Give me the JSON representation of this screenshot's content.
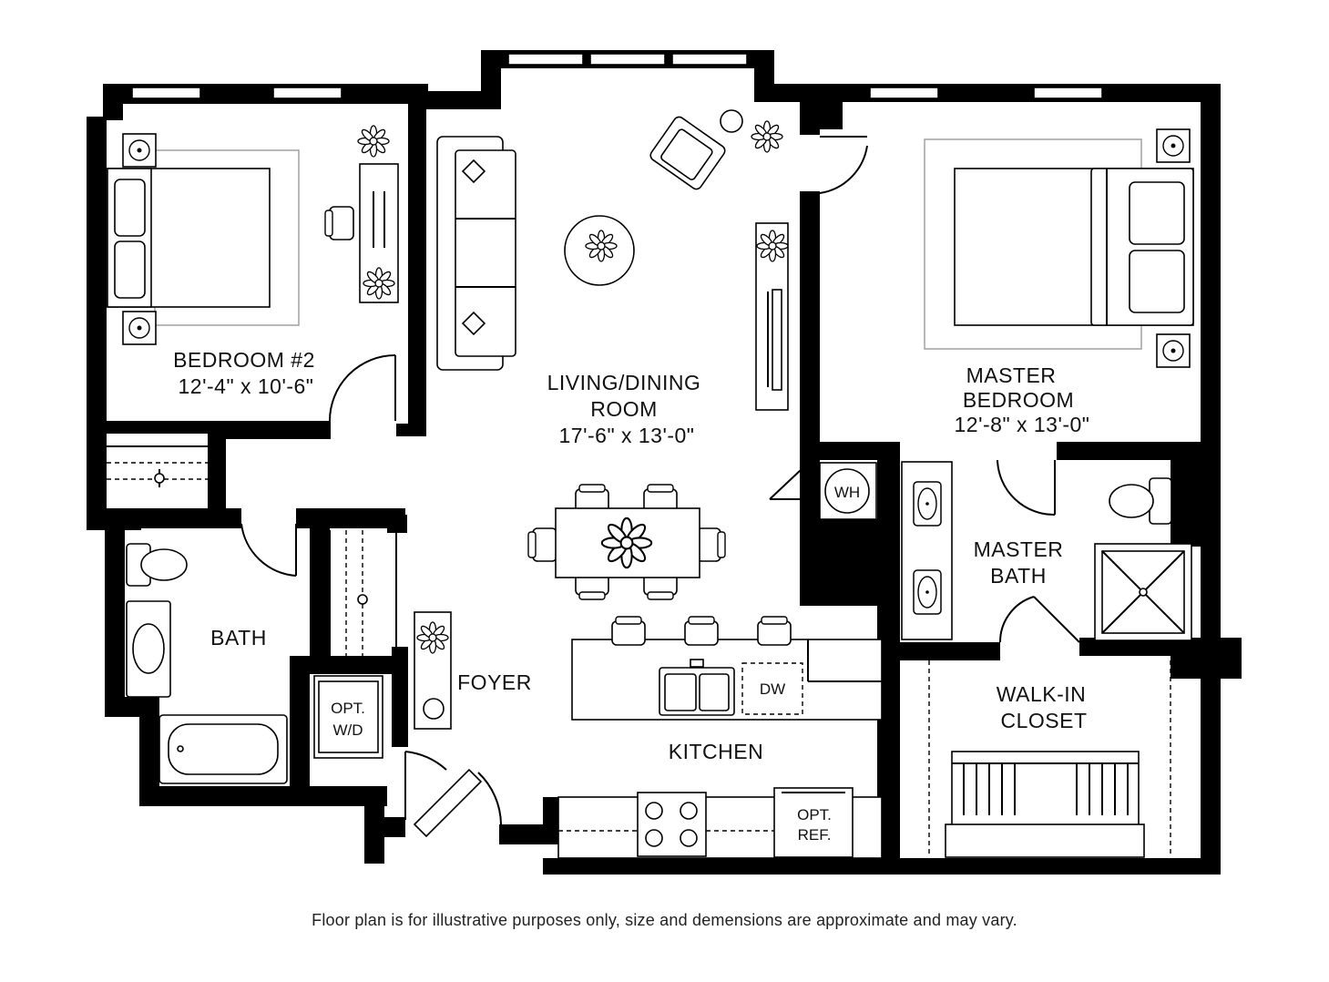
{
  "rooms": {
    "bedroom2": {
      "name": "BEDROOM #2",
      "size": "12'-4\" x 10'-6\""
    },
    "living": {
      "name_line1": "LIVING/DINING",
      "name_line2": "ROOM",
      "size": "17'-6\" x 13'-0\""
    },
    "master": {
      "name_line1": "MASTER",
      "name_line2": "BEDROOM",
      "size": "12'-8\" x 13'-0\""
    },
    "bath": {
      "name": "BATH"
    },
    "master_bath": {
      "name_line1": "MASTER",
      "name_line2": "BATH"
    },
    "foyer": {
      "name": "FOYER"
    },
    "kitchen": {
      "name": "KITCHEN"
    },
    "closet": {
      "name_line1": "WALK-IN",
      "name_line2": "CLOSET"
    }
  },
  "fixtures": {
    "wh": "WH",
    "dw": "DW",
    "wd_line1": "OPT.",
    "wd_line2": "W/D",
    "ref_line1": "OPT.",
    "ref_line2": "REF."
  },
  "icons": [
    "flower-icon",
    "sink-icon",
    "toilet-icon",
    "stove-icon",
    "door-swing-icon",
    "window-icon"
  ],
  "disclaimer": "Floor plan is for illustrative purposes only, size and demensions are approximate and may vary."
}
